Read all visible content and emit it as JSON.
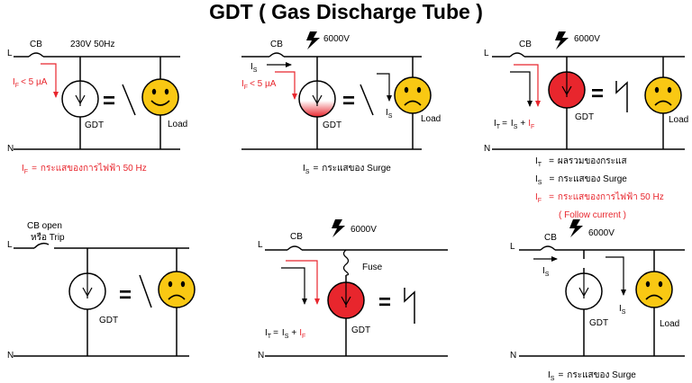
{
  "title": "GDT ( Gas Discharge Tube )",
  "labels": {
    "L": "L",
    "N": "N",
    "CB": "CB",
    "GDT": "GDT",
    "load": "Load",
    "fuse": "Fuse",
    "eq": "=",
    "I": "I",
    "sub_F": "F",
    "sub_S": "S",
    "sub_T": "T",
    "lt5": "< 5 µA",
    "eq_sign": "=",
    "plus": "+",
    "thai_grid_current": "กระแสของการไฟฟ้า 50 Hz",
    "thai_surge": "กระแสของ Surge",
    "thai_total": "ผลรวมของกระแส",
    "follow": "( Follow current )",
    "supply": "230V 50Hz",
    "surge_v": "6000V",
    "cb_open": "CB open",
    "or_trip": "หรือ Trip"
  },
  "colors": {
    "line": "#000000",
    "red": "#e8262d",
    "face": "#f9c813"
  }
}
